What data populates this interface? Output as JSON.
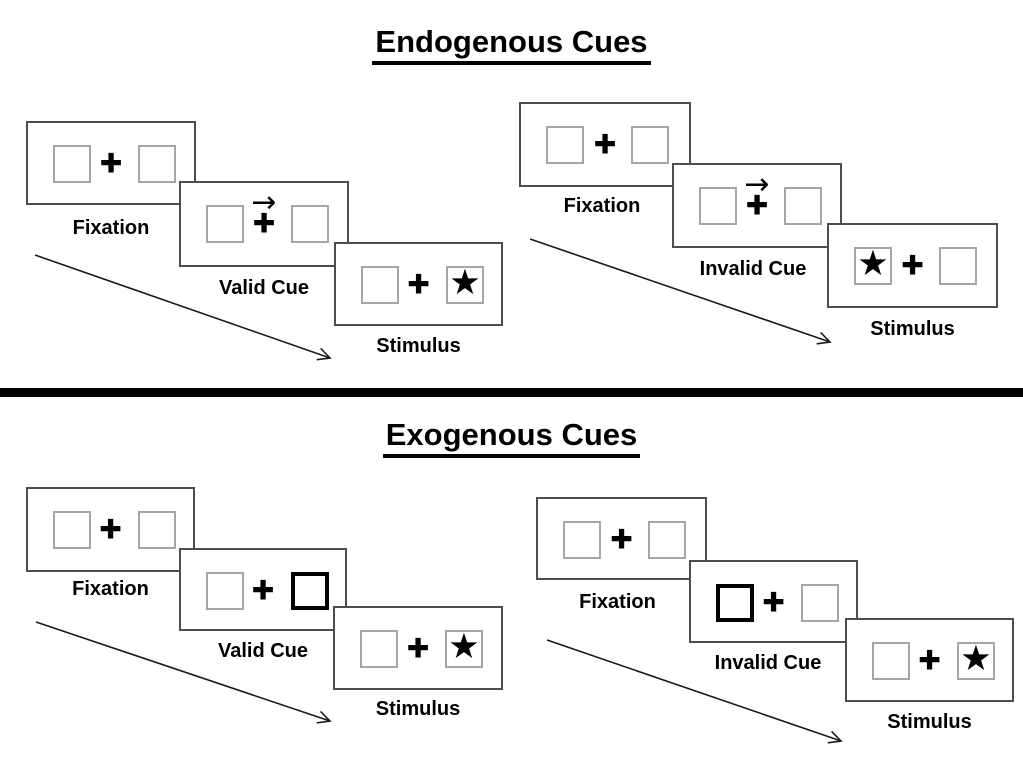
{
  "sections": [
    {
      "title": "Endogenous Cues",
      "sequences": [
        {
          "name": "valid-sequence",
          "panels": [
            {
              "label": "Fixation",
              "cue": "none",
              "star_position": "none"
            },
            {
              "label": "Valid Cue",
              "cue": "arrow-right",
              "star_position": "none"
            },
            {
              "label": "Stimulus",
              "cue": "none",
              "star_position": "right"
            }
          ]
        },
        {
          "name": "invalid-sequence",
          "panels": [
            {
              "label": "Fixation",
              "cue": "none",
              "star_position": "none"
            },
            {
              "label": "Invalid Cue",
              "cue": "arrow-right",
              "star_position": "none"
            },
            {
              "label": "Stimulus",
              "cue": "none",
              "star_position": "left"
            }
          ]
        }
      ]
    },
    {
      "title": "Exogenous Cues",
      "sequences": [
        {
          "name": "valid-sequence",
          "panels": [
            {
              "label": "Fixation",
              "cue": "none",
              "star_position": "none"
            },
            {
              "label": "Valid Cue",
              "cue": "highlight-box-right",
              "star_position": "none"
            },
            {
              "label": "Stimulus",
              "cue": "none",
              "star_position": "right"
            }
          ]
        },
        {
          "name": "invalid-sequence",
          "panels": [
            {
              "label": "Fixation",
              "cue": "none",
              "star_position": "none"
            },
            {
              "label": "Invalid Cue",
              "cue": "highlight-box-left",
              "star_position": "none"
            },
            {
              "label": "Stimulus",
              "cue": "none",
              "star_position": "right"
            }
          ]
        }
      ]
    }
  ],
  "glyphs": {
    "plus": "✚",
    "star": "★",
    "cue_arrow": "→"
  },
  "colors": {
    "background": "#ffffff",
    "panel_border": "#4d4d4d",
    "box_border": "#a6a6a6",
    "cue_highlight_border": "#000000",
    "text": "#000000",
    "divider": "#000000",
    "timeline_arrow": "#1a1a1a"
  }
}
